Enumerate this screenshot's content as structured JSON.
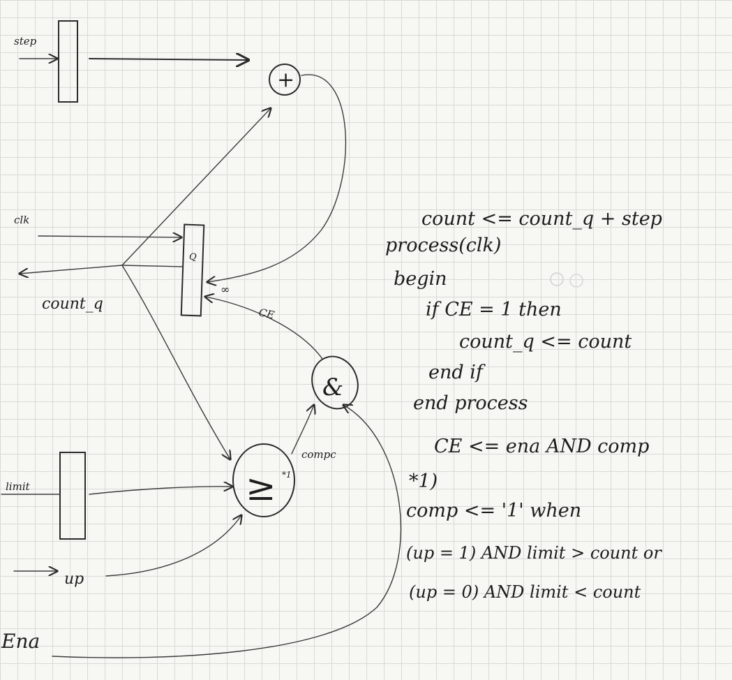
{
  "labels": {
    "step": "step",
    "clk": "clk",
    "q": "Q",
    "count_q": "count_q",
    "limit": "limit",
    "up": "up",
    "ena": "Ena",
    "ce": "CE",
    "compc": "compc",
    "reset_marker": "∞",
    "plus_op": "+",
    "and_op": "&",
    "compare_op": "≥",
    "compare_sup": "*1"
  },
  "code": [
    "count <= count_q + step",
    "process(clk)",
    "begin",
    "if CE = 1 then",
    "count_q <= count",
    "end if",
    "end process",
    "CE <= ena AND comp",
    "*1)",
    "comp <= '1' when",
    "(up = 1) AND limit > count or",
    "(up = 0) AND limit < count"
  ]
}
